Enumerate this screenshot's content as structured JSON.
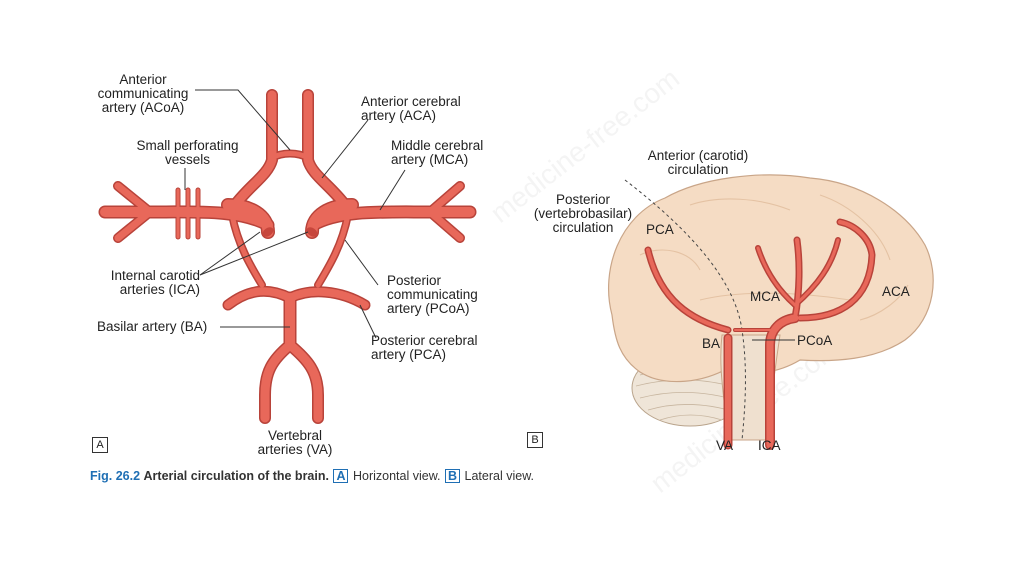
{
  "panel_a": {
    "badge": "A",
    "labels": {
      "acoa": "Anterior\ncommunicating\nartery (ACoA)",
      "perforating": "Small perforating\nvessels",
      "aca": "Anterior cerebral\nartery (ACA)",
      "mca": "Middle cerebral\nartery (MCA)",
      "ica": "Internal carotid\narteries (ICA)",
      "pcoa": "Posterior\ncommunicating\nartery (PCoA)",
      "ba": "Basilar artery (BA)",
      "pca": "Posterior cerebral\nartery (PCA)",
      "va": "Vertebral\narteries (VA)"
    }
  },
  "panel_b": {
    "badge": "B",
    "labels": {
      "anterior": "Anterior (carotid)\ncirculation",
      "posterior": "Posterior\n(vertebrobasilar)\ncirculation",
      "pca": "PCA",
      "mca": "MCA",
      "aca": "ACA",
      "ba": "BA",
      "pcoa": "PCoA",
      "va": "VA",
      "ica": "ICA"
    }
  },
  "caption": {
    "fig": "Fig. 26.2",
    "title": "Arterial circulation of the brain.",
    "a_box": "A",
    "a_text": "Horizontal view.",
    "b_box": "B",
    "b_text": "Lateral view."
  },
  "colors": {
    "artery": "#e8685a",
    "artery_edge": "#b8433a",
    "brain": "#f5dcc4",
    "brain_edge": "#c9a588",
    "accent": "#1f6fb4"
  }
}
